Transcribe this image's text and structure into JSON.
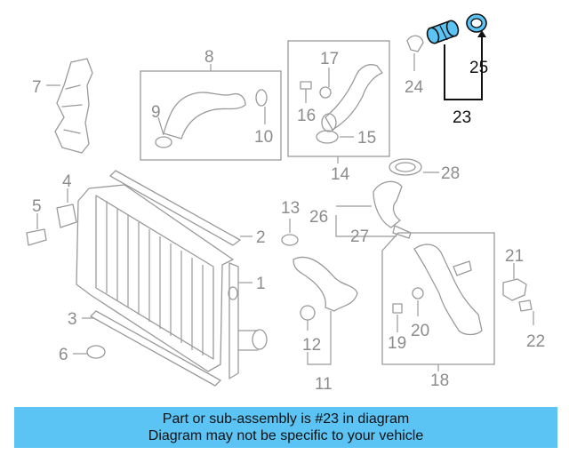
{
  "diagram": {
    "callouts": {
      "c1": "1",
      "c2": "2",
      "c3": "3",
      "c4": "4",
      "c5": "5",
      "c6": "6",
      "c7": "7",
      "c8": "8",
      "c9": "9",
      "c10": "10",
      "c11": "11",
      "c12": "12",
      "c13": "13",
      "c14": "14",
      "c15": "15",
      "c16": "16",
      "c17": "17",
      "c18": "18",
      "c19": "19",
      "c20": "20",
      "c21": "21",
      "c22": "22",
      "c23": "23",
      "c24": "24",
      "c25": "25",
      "c26": "26",
      "c27": "27",
      "c28": "28"
    },
    "highlight_part": "23",
    "colors": {
      "line": "#9a9a9a",
      "highlight_fill": "#5bc4f5",
      "highlight_stroke": "#111111",
      "banner": "#5bc4f5"
    }
  },
  "banner": {
    "line1": "Part or sub-assembly is #23 in diagram",
    "line2": "Diagram may not be specific to your vehicle"
  }
}
